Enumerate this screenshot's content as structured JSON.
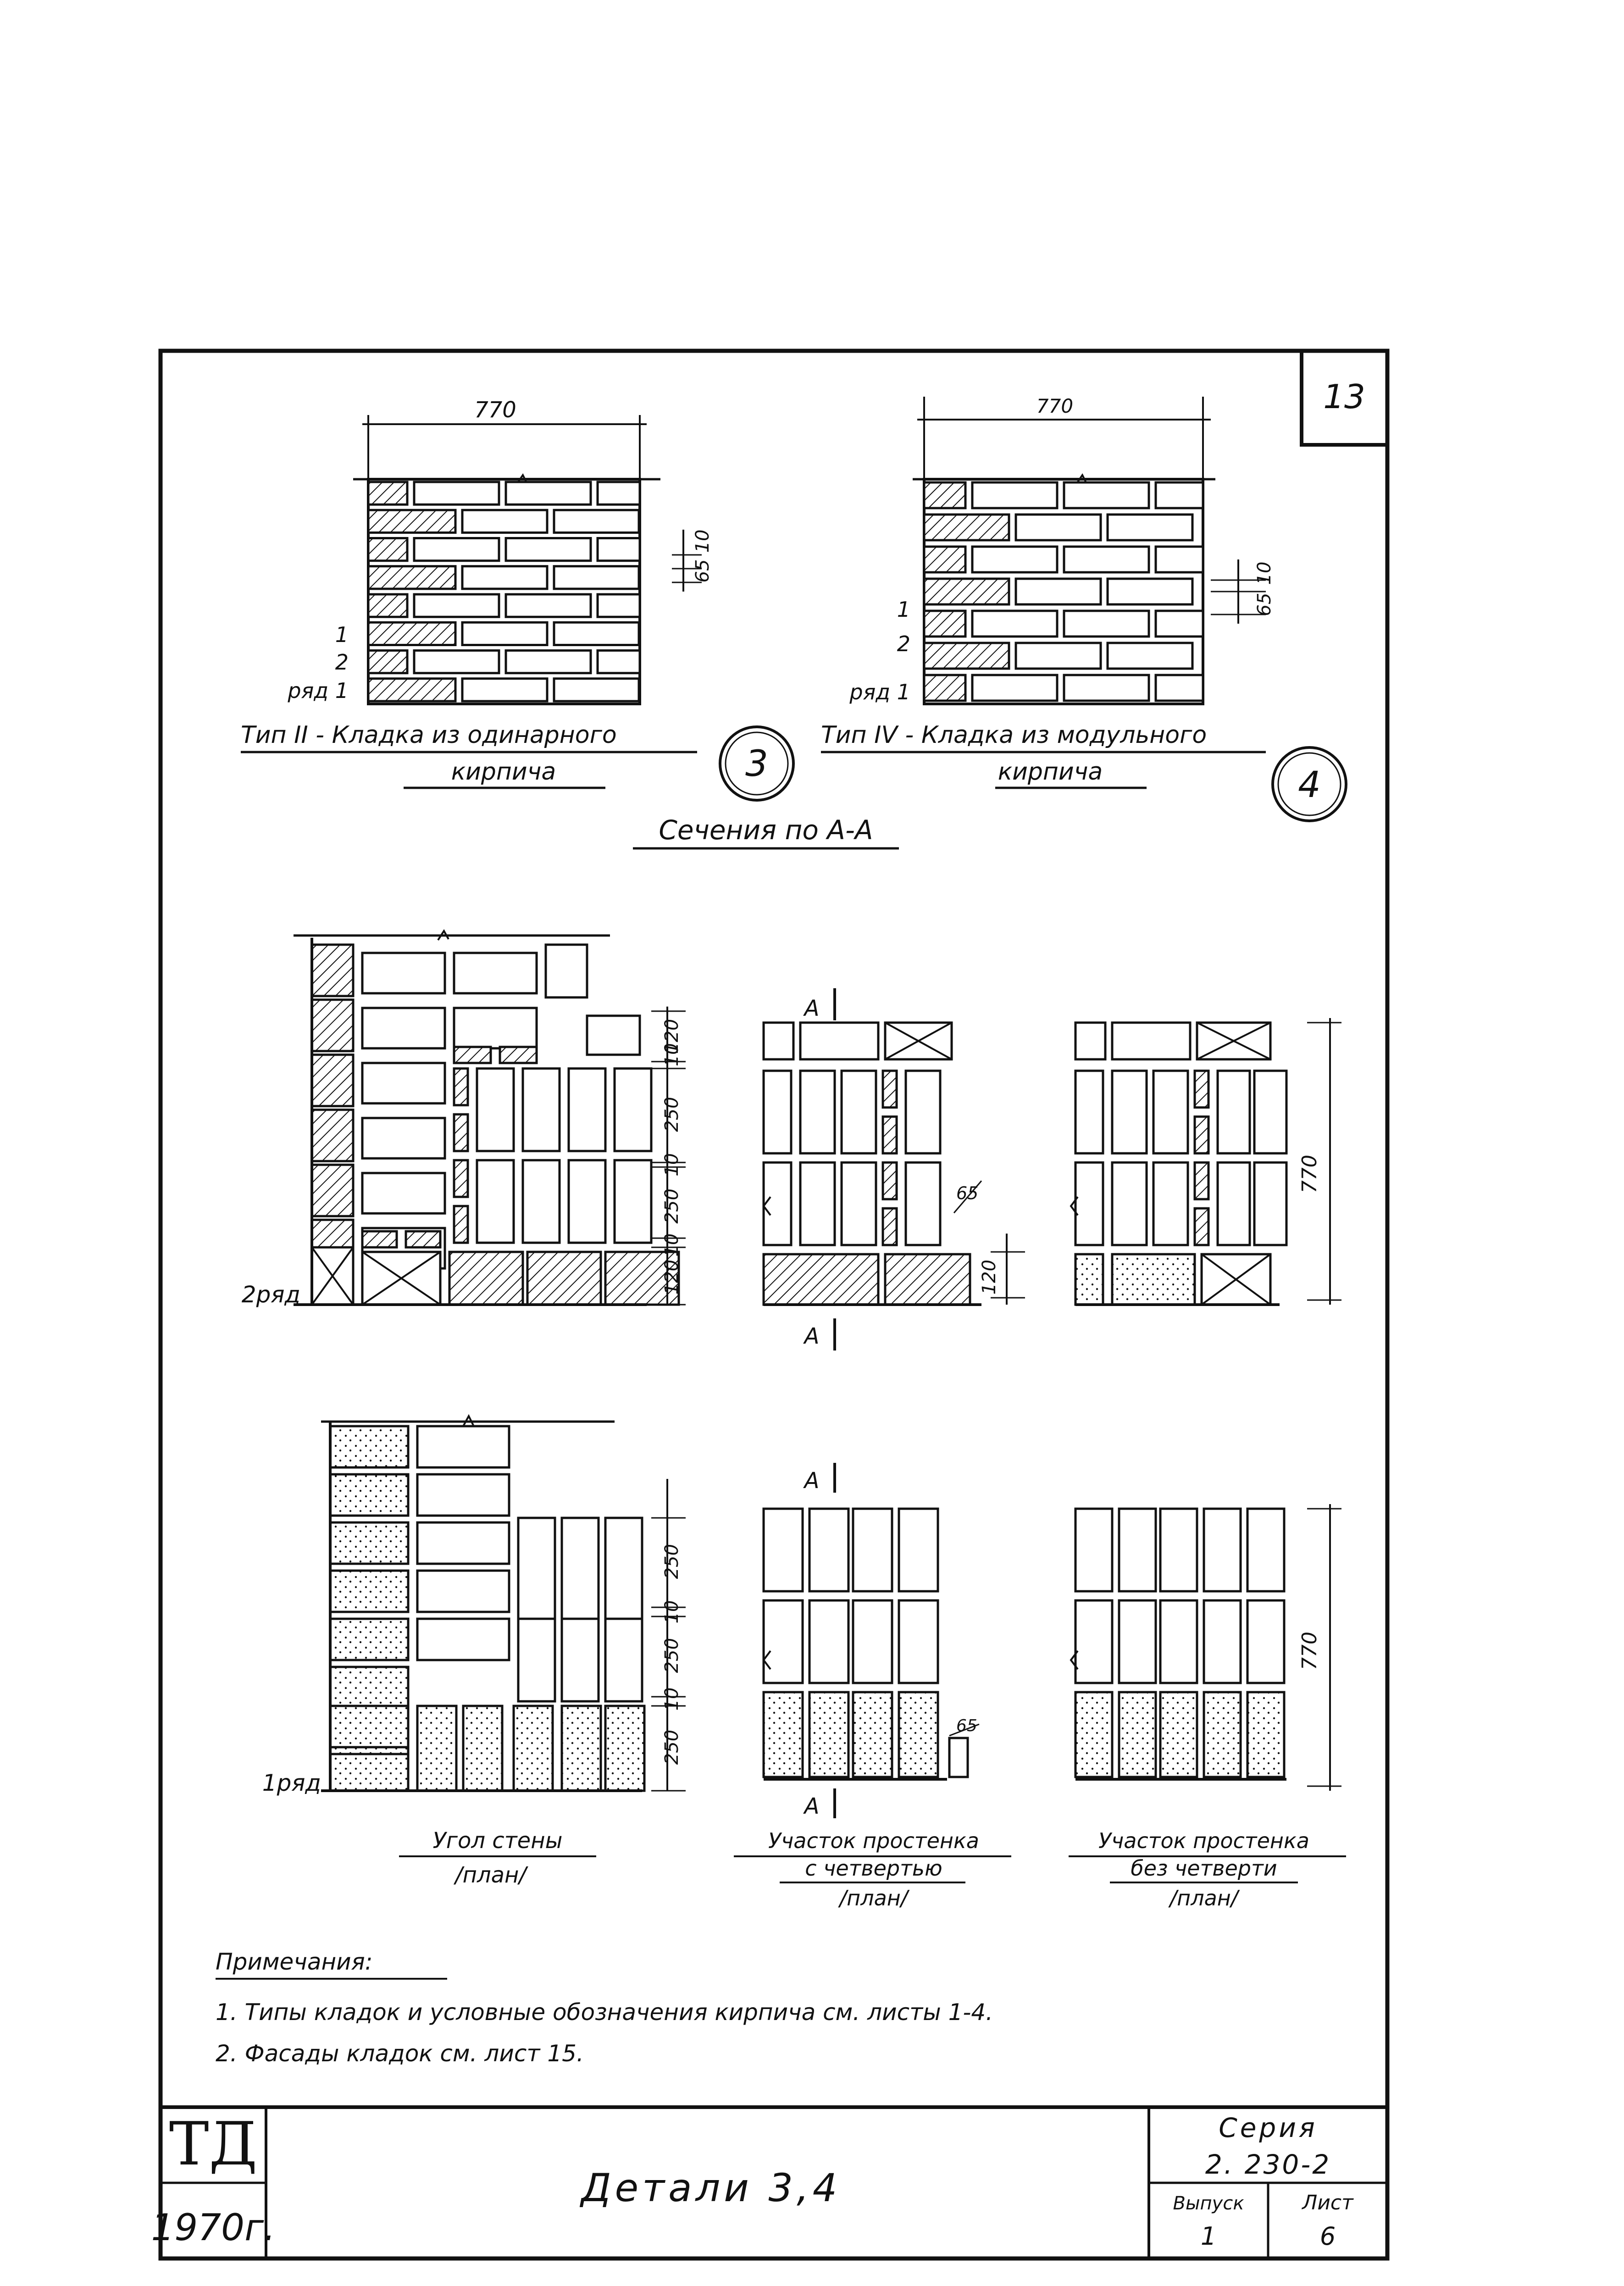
{
  "sheet": {
    "number": "13",
    "series_label": "Серия",
    "series_value": "2. 230-2",
    "issue_label": "Выпуск",
    "issue_value": "1",
    "sheet_label": "Лист",
    "sheet_value": "6",
    "title": "Детали 3,4",
    "stamp": "ТД",
    "year": "1970г."
  },
  "details": {
    "d3": {
      "circle": "3",
      "title_line1": "Тип II - Кладка из одинарного",
      "title_line2": "кирпича",
      "dim_width": "770",
      "dim_joint": "10",
      "dim_course": "65",
      "row1": "1",
      "row2": "2",
      "row_label": "ряд 1"
    },
    "d4": {
      "circle": "4",
      "title_line1": "Тип IV - Кладка из модульного",
      "title_line2": "кирпича",
      "dim_width": "770",
      "dim_joint": "10",
      "dim_course": "65",
      "row1": "1",
      "row2": "2",
      "row_label": "ряд 1"
    }
  },
  "sections_title": "Сечения по А-А",
  "plans": {
    "row2_label": "2ряд",
    "row1_label": "1ряд",
    "corner_dims_top": [
      "120",
      "10",
      "250",
      "10",
      "250",
      "10",
      "120"
    ],
    "corner_dims_bottom": [
      "250",
      "10",
      "250",
      "10",
      "250"
    ],
    "quarter_dim_65": "65",
    "quarter_dim_120": "120",
    "height_770": "770",
    "cut_mark": "А"
  },
  "captions": {
    "corner_line1": "Угол стены",
    "corner_line2": "/план/",
    "quarter_line1": "Участок простенка",
    "quarter_line2": "с четвертью",
    "quarter_line3": "/план/",
    "noquarter_line1": "Участок простенка",
    "noquarter_line2": "без четверти",
    "noquarter_line3": "/план/"
  },
  "notes": {
    "heading": "Примечания:",
    "items": [
      "1. Типы кладок и условные обозначения кирпича см. листы 1-4.",
      "2. Фасады кладок см. лист 15."
    ]
  },
  "colors": {
    "ink": "#111111",
    "paper": "#ffffff"
  }
}
